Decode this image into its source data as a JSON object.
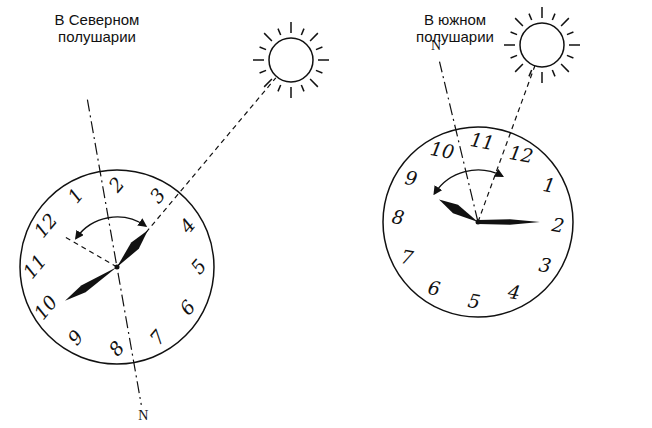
{
  "diagram": {
    "labels": [
      "В Северном полушарии",
      "В южном полушарии",
      "1",
      "2",
      "3",
      "4",
      "5",
      "6",
      "7",
      "8",
      "9",
      "10",
      "11",
      "12",
      "N",
      "1",
      "2",
      "3",
      "4",
      "5",
      "6",
      "7",
      "8",
      "9",
      "10",
      "11",
      "12",
      "N"
    ]
  }
}
